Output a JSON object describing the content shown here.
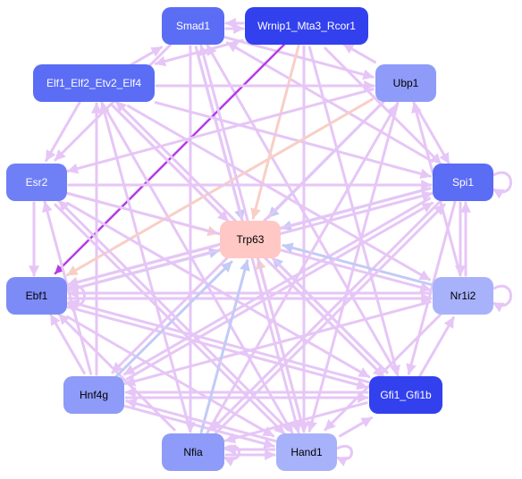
{
  "nodes": [
    {
      "id": "smad1",
      "label": "Smad1",
      "fill": "#5b6cf5",
      "text_color": "#ffffff"
    },
    {
      "id": "wrnip1",
      "label": "Wrnip1_Mta3_Rcor1",
      "fill": "#3340ee",
      "text_color": "#ffffff"
    },
    {
      "id": "elf",
      "label": "Elf1_Elf2_Etv2_Elf4",
      "fill": "#5b6cf5",
      "text_color": "#ffffff"
    },
    {
      "id": "ubp1",
      "label": "Ubp1",
      "fill": "#8e9bf8",
      "text_color": "#000000"
    },
    {
      "id": "esr2",
      "label": "Esr2",
      "fill": "#6f7ff6",
      "text_color": "#ffffff"
    },
    {
      "id": "spi1",
      "label": "Spi1",
      "fill": "#5b6cf5",
      "text_color": "#ffffff"
    },
    {
      "id": "trp63",
      "label": "Trp63",
      "fill": "#ffc8c4",
      "text_color": "#000000"
    },
    {
      "id": "ebf1",
      "label": "Ebf1",
      "fill": "#7d8bf7",
      "text_color": "#000000"
    },
    {
      "id": "nr1i2",
      "label": "Nr1i2",
      "fill": "#a8b2fa",
      "text_color": "#000000"
    },
    {
      "id": "hnf4g",
      "label": "Hnf4g",
      "fill": "#8e9bf8",
      "text_color": "#000000"
    },
    {
      "id": "gfi1",
      "label": "Gfi1_Gfi1b",
      "fill": "#3340ee",
      "text_color": "#ffffff"
    },
    {
      "id": "nfia",
      "label": "Nfia",
      "fill": "#8e9bf8",
      "text_color": "#000000"
    },
    {
      "id": "hand1",
      "label": "Hand1",
      "fill": "#a8b2fa",
      "text_color": "#000000"
    }
  ],
  "edge_colors": {
    "default": "#e6c6f6",
    "blue": "#c2cbf6",
    "peach": "#f8cfc6",
    "highlight": "#b63be6"
  },
  "edges": [
    {
      "from": "smad1",
      "to": "wrnip1",
      "color": "default"
    },
    {
      "from": "wrnip1",
      "to": "smad1",
      "color": "default"
    },
    {
      "from": "smad1",
      "to": "ubp1",
      "color": "default"
    },
    {
      "from": "smad1",
      "to": "trp63",
      "color": "blue"
    },
    {
      "from": "smad1",
      "to": "hand1",
      "color": "default"
    },
    {
      "from": "smad1",
      "to": "nfia",
      "color": "default"
    },
    {
      "from": "elf",
      "to": "smad1",
      "color": "default"
    },
    {
      "from": "smad1",
      "to": "esr2",
      "color": "default"
    },
    {
      "from": "spi1",
      "to": "smad1",
      "color": "default"
    },
    {
      "from": "gfi1",
      "to": "smad1",
      "color": "default"
    },
    {
      "from": "wrnip1",
      "to": "ebf1",
      "color": "highlight"
    },
    {
      "from": "wrnip1",
      "to": "trp63",
      "color": "peach"
    },
    {
      "from": "wrnip1",
      "to": "elf",
      "color": "default"
    },
    {
      "from": "wrnip1",
      "to": "spi1",
      "color": "default"
    },
    {
      "from": "wrnip1",
      "to": "gfi1",
      "color": "default"
    },
    {
      "from": "wrnip1",
      "to": "hand1",
      "color": "default"
    },
    {
      "from": "ubp1",
      "to": "wrnip1",
      "color": "default"
    },
    {
      "from": "elf",
      "to": "ubp1",
      "color": "default"
    },
    {
      "from": "elf",
      "to": "esr2",
      "color": "default"
    },
    {
      "from": "elf",
      "to": "trp63",
      "color": "default"
    },
    {
      "from": "elf",
      "to": "spi1",
      "color": "default"
    },
    {
      "from": "elf",
      "to": "gfi1",
      "color": "default"
    },
    {
      "from": "elf",
      "to": "hand1",
      "color": "default"
    },
    {
      "from": "elf",
      "to": "nr1i2",
      "color": "default"
    },
    {
      "from": "hnf4g",
      "to": "elf",
      "color": "default"
    },
    {
      "from": "nfia",
      "to": "elf",
      "color": "default"
    },
    {
      "from": "ubp1",
      "to": "trp63",
      "color": "blue"
    },
    {
      "from": "ubp1",
      "to": "ebf1",
      "color": "peach"
    },
    {
      "from": "ubp1",
      "to": "esr2",
      "color": "default"
    },
    {
      "from": "ubp1",
      "to": "spi1",
      "color": "default"
    },
    {
      "from": "ubp1",
      "to": "hand1",
      "color": "default"
    },
    {
      "from": "ubp1",
      "to": "hnf4g",
      "color": "default"
    },
    {
      "from": "nr1i2",
      "to": "ubp1",
      "color": "default"
    },
    {
      "from": "esr2",
      "to": "trp63",
      "color": "peach"
    },
    {
      "from": "esr2",
      "to": "spi1",
      "color": "default"
    },
    {
      "from": "esr2",
      "to": "ebf1",
      "color": "default"
    },
    {
      "from": "esr2",
      "to": "gfi1",
      "color": "default"
    },
    {
      "from": "esr2",
      "to": "hand1",
      "color": "default"
    },
    {
      "from": "esr2",
      "to": "nr1i2",
      "color": "default"
    },
    {
      "from": "hnf4g",
      "to": "esr2",
      "color": "default"
    },
    {
      "from": "spi1",
      "to": "trp63",
      "color": "blue"
    },
    {
      "from": "spi1",
      "to": "nr1i2",
      "color": "default"
    },
    {
      "from": "nr1i2",
      "to": "spi1",
      "color": "default"
    },
    {
      "from": "spi1",
      "to": "gfi1",
      "color": "default"
    },
    {
      "from": "spi1",
      "to": "ebf1",
      "color": "default"
    },
    {
      "from": "spi1",
      "to": "nfia",
      "color": "default"
    },
    {
      "from": "spi1",
      "to": "hnf4g",
      "color": "default"
    },
    {
      "from": "ebf1",
      "to": "trp63",
      "color": "blue"
    },
    {
      "from": "ebf1",
      "to": "nr1i2",
      "color": "default"
    },
    {
      "from": "ebf1",
      "to": "gfi1",
      "color": "default"
    },
    {
      "from": "ebf1",
      "to": "hand1",
      "color": "default"
    },
    {
      "from": "ebf1",
      "to": "spi1",
      "color": "default"
    },
    {
      "from": "nfia",
      "to": "ebf1",
      "color": "default"
    },
    {
      "from": "nr1i2",
      "to": "trp63",
      "color": "blue"
    },
    {
      "from": "nr1i2",
      "to": "hnf4g",
      "color": "default"
    },
    {
      "from": "nr1i2",
      "to": "ebf1",
      "color": "default"
    },
    {
      "from": "nr1i2",
      "to": "hand1",
      "color": "default"
    },
    {
      "from": "gfi1",
      "to": "nr1i2",
      "color": "default"
    },
    {
      "from": "hnf4g",
      "to": "trp63",
      "color": "blue"
    },
    {
      "from": "hnf4g",
      "to": "gfi1",
      "color": "default"
    },
    {
      "from": "hnf4g",
      "to": "hand1",
      "color": "default"
    },
    {
      "from": "hnf4g",
      "to": "ebf1",
      "color": "default"
    },
    {
      "from": "hnf4g",
      "to": "spi1",
      "color": "default"
    },
    {
      "from": "gfi1",
      "to": "trp63",
      "color": "blue"
    },
    {
      "from": "gfi1",
      "to": "hnf4g",
      "color": "default"
    },
    {
      "from": "gfi1",
      "to": "nfia",
      "color": "default"
    },
    {
      "from": "gfi1",
      "to": "ebf1",
      "color": "default"
    },
    {
      "from": "gfi1",
      "to": "elf",
      "color": "default"
    },
    {
      "from": "hand1",
      "to": "gfi1",
      "color": "default"
    },
    {
      "from": "nfia",
      "to": "trp63",
      "color": "blue"
    },
    {
      "from": "nfia",
      "to": "hand1",
      "color": "default"
    },
    {
      "from": "hand1",
      "to": "nfia",
      "color": "default"
    },
    {
      "from": "nfia",
      "to": "ubp1",
      "color": "default"
    },
    {
      "from": "nfia",
      "to": "spi1",
      "color": "default"
    },
    {
      "from": "hand1",
      "to": "trp63",
      "color": "peach"
    },
    {
      "from": "hand1",
      "to": "hnf4g",
      "color": "default"
    },
    {
      "from": "hand1",
      "to": "smad1",
      "color": "default"
    },
    {
      "from": "hand1",
      "to": "esr2",
      "color": "default"
    },
    {
      "from": "trp63",
      "to": "ebf1",
      "color": "default"
    },
    {
      "from": "trp63",
      "to": "gfi1",
      "color": "default"
    }
  ],
  "self_loops": [
    "spi1",
    "nr1i2",
    "ebf1",
    "nfia",
    "hand1"
  ]
}
